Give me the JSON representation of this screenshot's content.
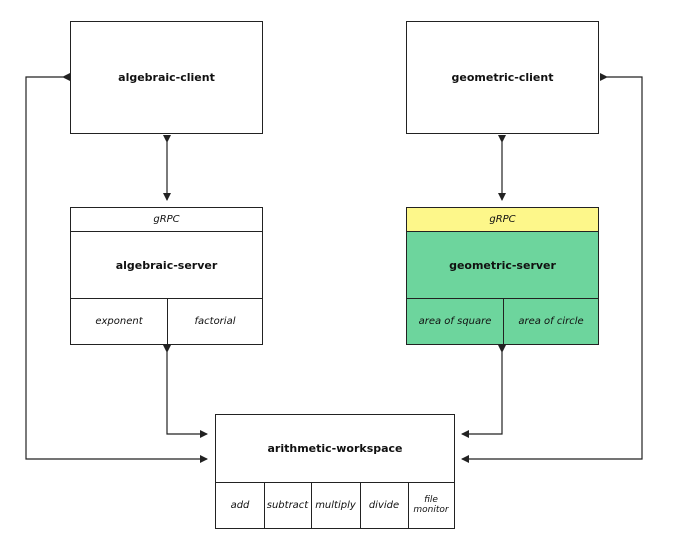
{
  "colors": {
    "grpc_highlight": "#fdf78a",
    "server_highlight": "#6dd59d",
    "line": "#222222"
  },
  "algebraic_client": {
    "title": "algebraic-client"
  },
  "geometric_client": {
    "title": "geometric-client"
  },
  "algebraic_server": {
    "protocol": "gRPC",
    "title": "algebraic-server",
    "functions": [
      "exponent",
      "factorial"
    ]
  },
  "geometric_server": {
    "protocol": "gRPC",
    "title": "geometric-server",
    "functions": [
      "area of square",
      "area of circle"
    ]
  },
  "arithmetic_workspace": {
    "title": "arithmetic-workspace",
    "functions": [
      "add",
      "subtract",
      "multiply",
      "divide",
      "file monitor"
    ]
  }
}
